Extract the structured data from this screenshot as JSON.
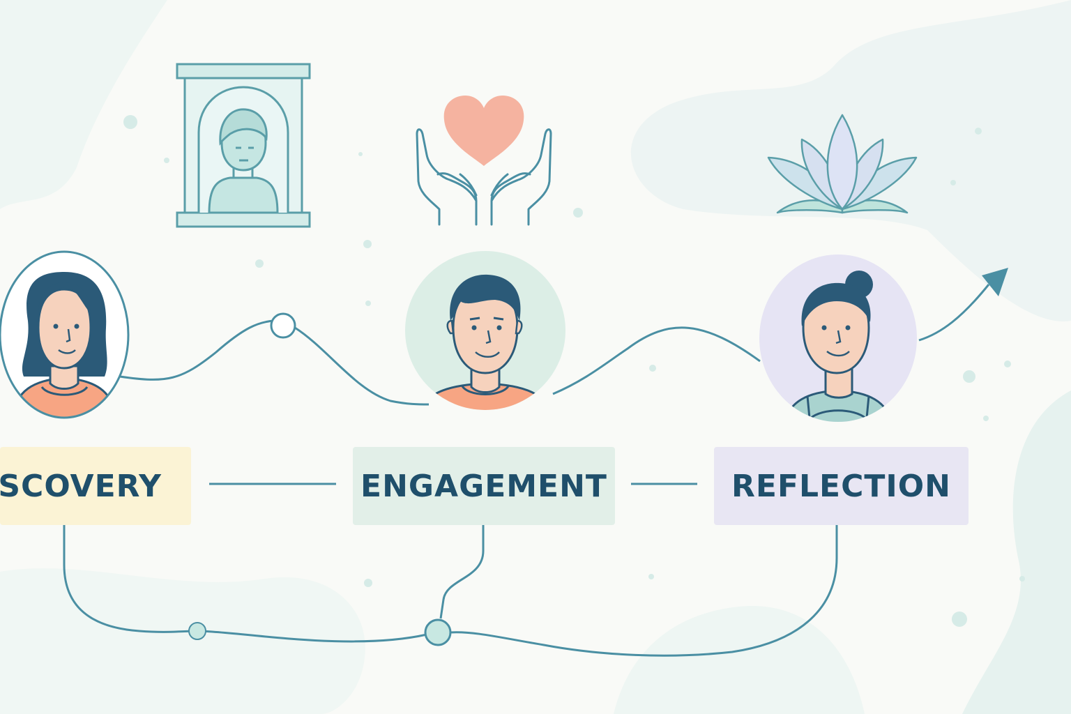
{
  "stages": [
    {
      "id": "discovery",
      "label": "ISCOVERY",
      "color": "#fbf3d5",
      "icon": "portrait-frame-icon",
      "avatar": "woman-avatar"
    },
    {
      "id": "engagement",
      "label": "ENGAGEMENT",
      "color": "#e2efe8",
      "icon": "heart-hands-icon",
      "avatar": "man-avatar"
    },
    {
      "id": "reflection",
      "label": "REFLECTION",
      "color": "#e8e6f3",
      "icon": "lotus-icon",
      "avatar": "woman-bun-avatar"
    }
  ],
  "colors": {
    "line": "#4a8fa3",
    "text": "#1f4f6b",
    "heart": "#f5b3a0",
    "shirt": "#f7a583",
    "skin": "#f6d2bd",
    "hair": "#2b5a78",
    "teal_light": "#d4ece9"
  }
}
